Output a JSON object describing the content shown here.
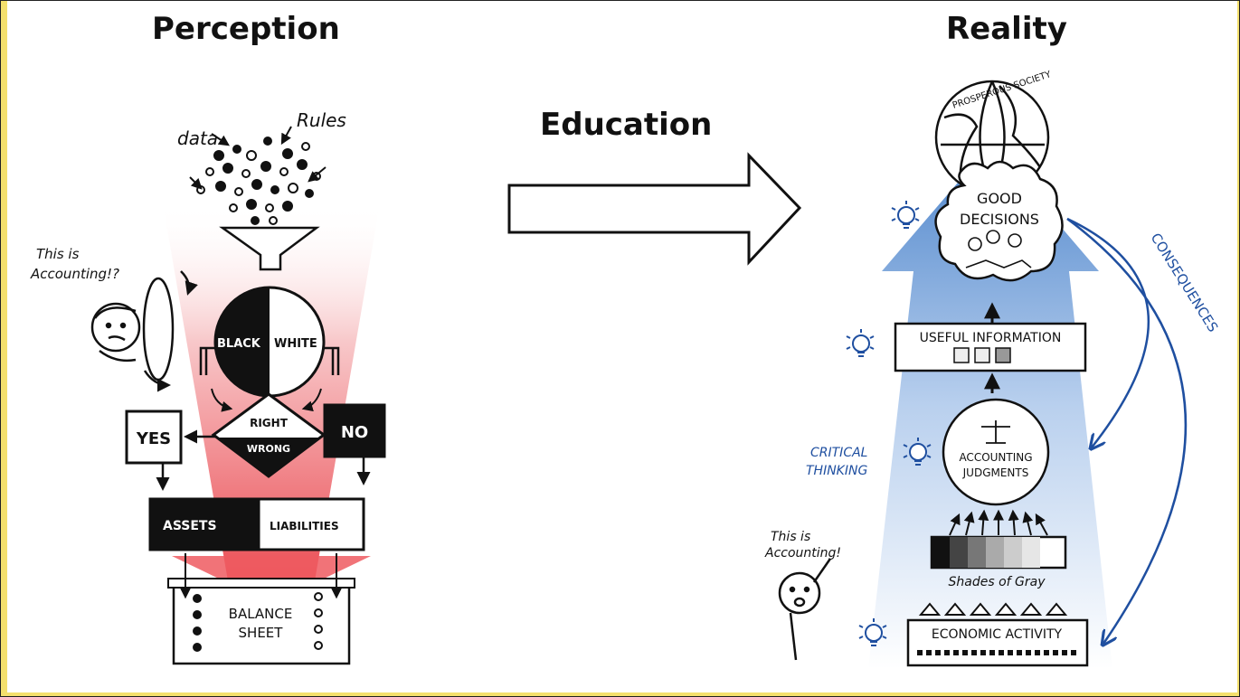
{
  "headings": {
    "left": "Perception",
    "right": "Reality",
    "middle": "Education"
  },
  "perception": {
    "input_left": "data",
    "input_right": "Rules",
    "person_caption_1": "This is",
    "person_caption_2": "Accounting!?",
    "circle_left": "BLACK",
    "circle_right": "WHITE",
    "diamond_top": "RIGHT",
    "diamond_bottom": "WRONG",
    "yes": "YES",
    "no": "NO",
    "assets": "ASSETS",
    "liabilities": "LIABILITIES",
    "sheet_line1": "BALANCE",
    "sheet_line2": "SHEET"
  },
  "reality": {
    "globe": "PROSPEROUS SOCIETY",
    "decisions_1": "GOOD",
    "decisions_2": "DECISIONS",
    "useful_info": "USEFUL INFORMATION",
    "critical_1": "CRITICAL",
    "critical_2": "THINKING",
    "judgments_1": "ACCOUNTING",
    "judgments_2": "JUDGMENTS",
    "shades": "Shades of Gray",
    "person_caption_1": "This is",
    "person_caption_2": "Accounting!",
    "economic": "ECONOMIC ACTIVITY",
    "consequences": "CONSEQUENCES"
  },
  "colors": {
    "frame": "#f4e06d",
    "red_funnel": "#e8323a",
    "blue_arrow": "#5b8fd0",
    "ink": "#111111",
    "blue_ink": "#1f4fa0"
  }
}
